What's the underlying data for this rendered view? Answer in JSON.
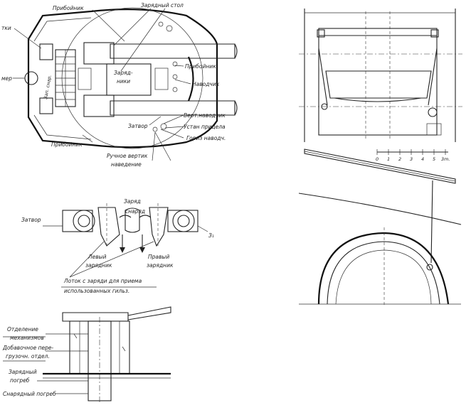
{
  "plan_view": {
    "labels": {
      "priboynik_top": "Прибойник",
      "zaryadny_stol": "Зарядный стол",
      "tki": "тки",
      "mer": "мер",
      "zap_snar": "Зап. снар.",
      "zaryadniki_1": "Заряд-",
      "zaryadniki_2": "ники",
      "priboynik_right": "Прибойник",
      "navodchik": "Наводчик",
      "zatvor": "Затвор",
      "vert_navodchik": "Верт.наводчик",
      "ustan_pritsela": "Устан прицела",
      "goriz_navod": "Гориз наводч.",
      "priboynik_bottom": "Прибойник",
      "ruchnoe_1": "Ручное вертик",
      "ruchnoe_2": "наведение"
    }
  },
  "breech_view": {
    "labels": {
      "zaryad": "Заряд",
      "snaryad": "снаряд",
      "zatvor": "Затвор",
      "z1": "З₁",
      "levy_1": "Левый",
      "levy_2": "зарядник",
      "pravy_1": "Правый",
      "pravy_2": "зарядник",
      "lotok_1": "Лоток с заряди для приема",
      "lotok_2": "использованных гильз."
    }
  },
  "section_view": {
    "labels": {
      "otdelenie_1": "Отделение",
      "otdelenie_2": "механизмов",
      "dobavochnoe_1": "Добавочное пере-",
      "dobavochnoe_2": "грузочн. отдел.",
      "zaryadny_1": "Зарядный",
      "zaryadny_2": "погреб",
      "snaryadny": "Снарядный погреб"
    }
  },
  "scale_bar": {
    "ticks": [
      "0",
      "1",
      "2",
      "3",
      "4",
      "5",
      "3m."
    ]
  }
}
